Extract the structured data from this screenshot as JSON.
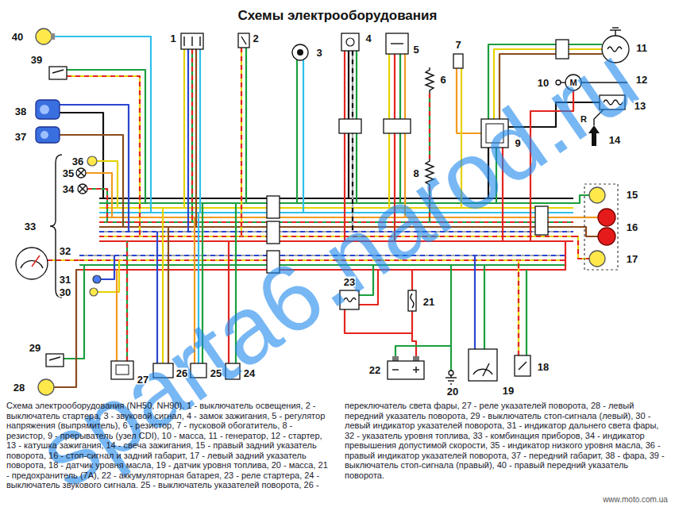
{
  "diagram": {
    "title": "Схемы электрооборудования",
    "caption": "Схема электрооборудования (NH50, NH90). 1 - выключатель освещения, 2 - выключатель стартера, 3 - звуковой сигнал, 4 - замок зажигания, 5 - регулятор напряжения (выпрямитель), 6 - резистор, 7 - пусковой обогатитель, 8 - резистор, 9 - прерыватель (узел CDI), 10 - масса, 11 - генератор, 12 - стартер, 13 - катушка зажигания, 14 - свеча зажигания, 15 - правый задний указатель поворота, 16 - стоп-сигнал и задний габарит, 17 - левый задний указатель поворота, 18 - датчик уровня масла, 19 - датчик уровня топлива, 20 - масса, 21 - предохранитель (7А), 22 - аккумуляторная батарея, 23 - реле стартера, 24 - выключатель звукового сигнала. 25 - выключатель указателей поворота, 26 - переключатель света фары, 27 - реле указателей поворота, 28 - левый передний указатель поворота, 29 - выключатель стоп-сигнала (левый), 30 - левый индикатор указателей поворота, 31 - индикатор дальнего света фары, 32 - указатель уровня топлива, 33 - комбинация приборов, 34 - индикатор превышения допустимой скорости, 35 - индикатор низкого уровня масла, 36 - правый индикатор указателей поворота, 37 - передний габарит, 38 - фара, 39 - выключатель стоп-сигнала (правый), 40 - правый передний указатель поворота.",
    "labels": [
      "sparta6.narod.ru",
      "1",
      "2",
      "3",
      "4",
      "5",
      "6",
      "7",
      "8",
      "9",
      "10",
      "11",
      "12",
      "13",
      "14",
      "15",
      "16",
      "17",
      "18",
      "19",
      "20",
      "21",
      "22",
      "23",
      "24",
      "25",
      "26",
      "27",
      "28",
      "29",
      "30",
      "31",
      "32",
      "33",
      "34",
      "35",
      "36",
      "37",
      "38",
      "39",
      "40",
      "M",
      "R",
      "www.moto.com.ua"
    ]
  }
}
